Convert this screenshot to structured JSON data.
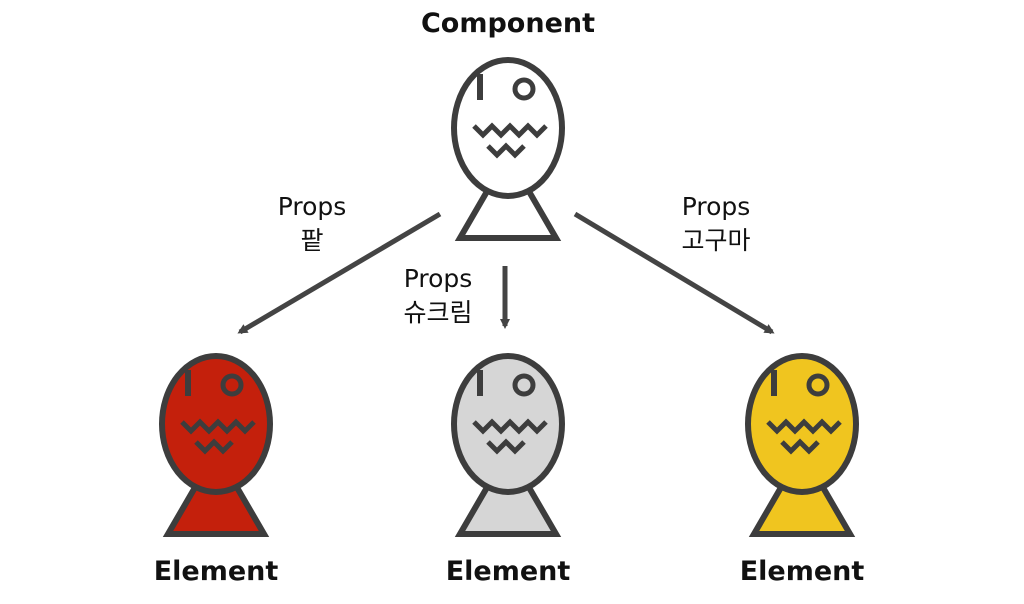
{
  "component": {
    "label": "Component",
    "fill": "#ffffff"
  },
  "elements": [
    {
      "label": "Element",
      "fill": "#c4200c"
    },
    {
      "label": "Element",
      "fill": "#d6d6d6"
    },
    {
      "label": "Element",
      "fill": "#f0c51f"
    }
  ],
  "props": [
    {
      "word": "Props",
      "value": "팥"
    },
    {
      "word": "Props",
      "value": "슈크림"
    },
    {
      "word": "Props",
      "value": "고구마"
    }
  ],
  "colors": {
    "stroke": "#3d3d3d",
    "arrow": "#444444"
  }
}
